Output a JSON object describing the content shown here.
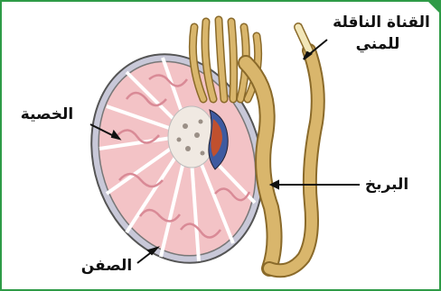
{
  "labels": {
    "vas_line1": "القناة الناقلة",
    "vas_line2": "للمني",
    "testis": "الخصية",
    "epididymis": "البربخ",
    "septa": "الصفن"
  },
  "colors": {
    "frame": "#2e9b47",
    "lobule": "#f3c3c6",
    "tubule": "#d98a96",
    "capsule": "#c8c8d8",
    "tan": "#d9b66c",
    "tan_dark": "#8a6a2a"
  }
}
